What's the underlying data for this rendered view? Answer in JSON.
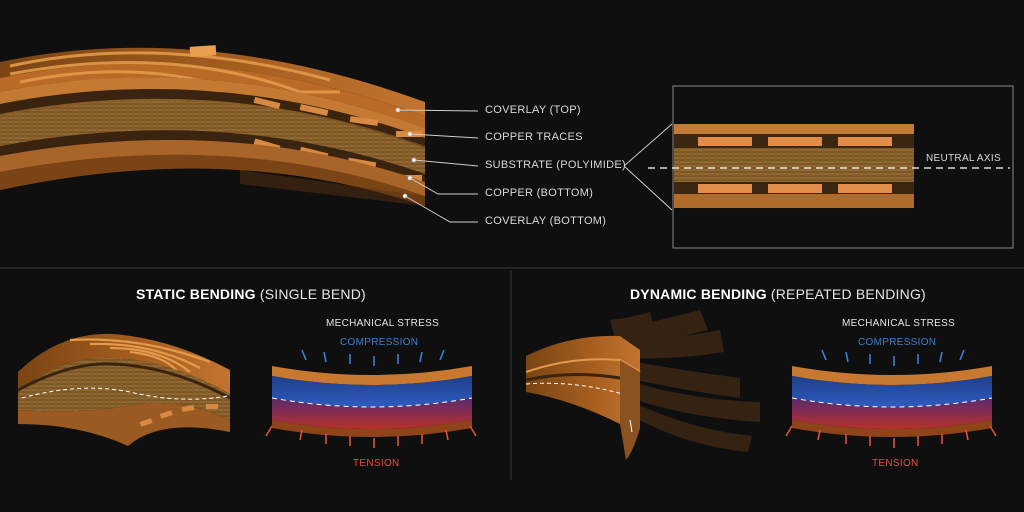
{
  "layer_labels": [
    "COVERLAY (TOP)",
    "COPPER TRACES",
    "SUBSTRATE (POLYIMIDE)",
    "COPPER (BOTTOM)",
    "COVERLAY (BOTTOM)"
  ],
  "neutral_axis_label": "NEUTRAL AXIS",
  "static_panel": {
    "title_bold": "STATIC BENDING",
    "title_rest": "(SINGLE BEND)",
    "stress_title": "MECHANICAL STRESS",
    "compression": "COMPRESSION",
    "tension": "TENSION"
  },
  "dynamic_panel": {
    "title_bold": "DYNAMIC BENDING",
    "title_rest": "(REPEATED BENDING)",
    "stress_title": "MECHANICAL STRESS",
    "compression": "COMPRESSION",
    "tension": "TENSION"
  },
  "colors": {
    "copper": "#c9782f",
    "substrate": "#8a5a22",
    "compression": "#3f7fd6",
    "tension": "#e0503c"
  }
}
